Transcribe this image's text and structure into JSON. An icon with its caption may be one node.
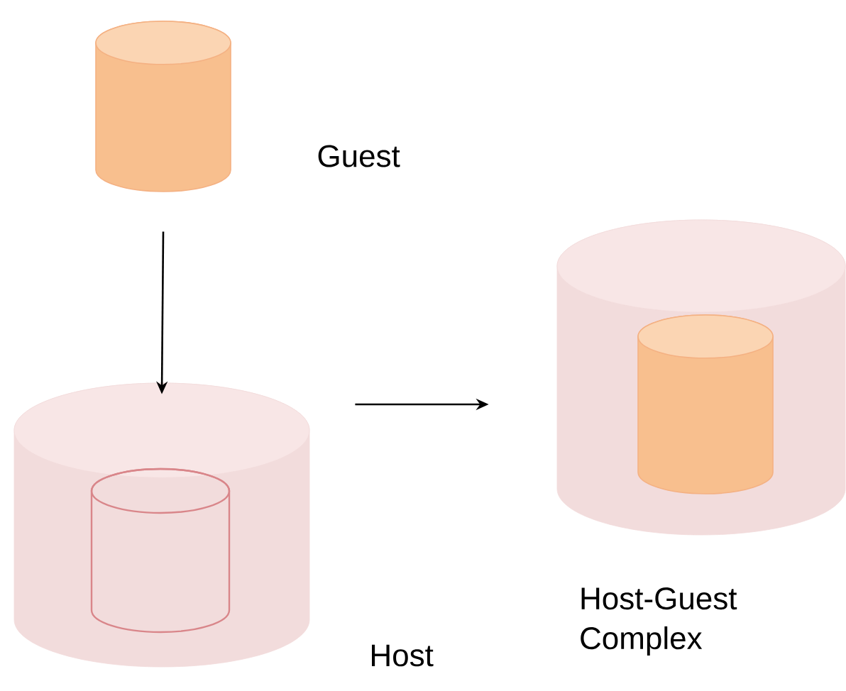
{
  "diagram": {
    "nodes": [
      {
        "text": [
          "Guest"
        ]
      },
      {
        "text": [
          "Host"
        ]
      },
      {
        "text": [],
        "shape": "cylinder",
        "in": 1
      },
      {
        "text": [
          "Host-Guest Complex"
        ]
      },
      {
        "text": [],
        "shape": "cylinder",
        "in": 3
      }
    ],
    "edges": [
      {
        "from": 0,
        "to": 1,
        "arrow": "to"
      },
      {
        "from": 1,
        "to": 3,
        "arrow": "to"
      }
    ]
  }
}
